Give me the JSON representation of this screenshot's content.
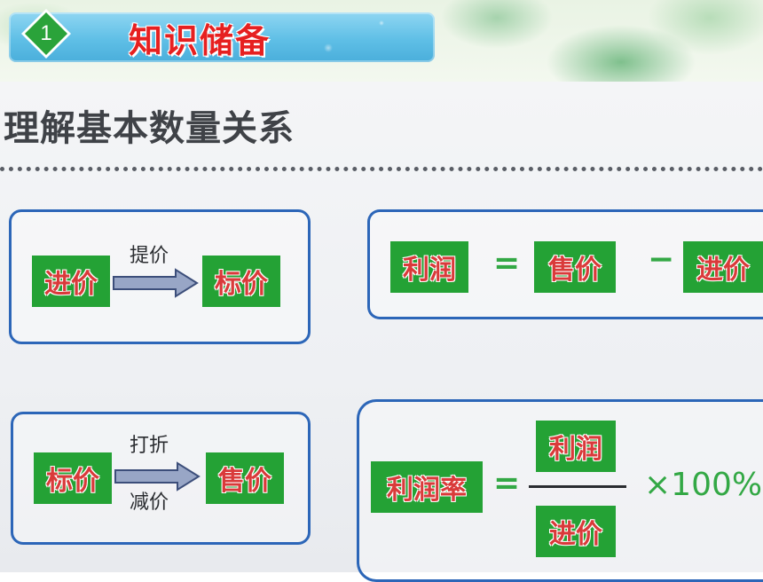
{
  "header": {
    "number": "1",
    "title": "知识储备"
  },
  "slide": {
    "heading": "理解基本数量关系",
    "box1": {
      "from": "进价",
      "op": "提价",
      "to": "标价"
    },
    "box2": {
      "left": "利润",
      "eq": "=",
      "a": "售价",
      "minus": "−",
      "b": "进价"
    },
    "box3": {
      "from": "标价",
      "op_top": "打折",
      "op_bottom": "减价",
      "to": "售价"
    },
    "box4": {
      "left": "利润率",
      "eq": "=",
      "numerator": "利润",
      "denominator": "进价",
      "times": "×100%"
    }
  },
  "colors": {
    "green_box": "#24a235",
    "red_text": "#e62020",
    "blue_border": "#2c66b8"
  }
}
